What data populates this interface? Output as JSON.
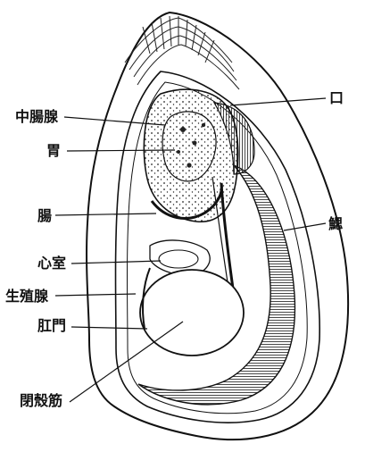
{
  "figure": {
    "description_free": true,
    "labels": {
      "midgut_gland": "中腸腺",
      "stomach": "胃",
      "intestine": "腸",
      "heart_ventricle": "心室",
      "gonad": "生殖腺",
      "anus": "肛門",
      "adductor_muscle": "閉殼筋",
      "mouth": "口",
      "gill": "鰓"
    },
    "colors": {
      "ink": "#111111",
      "paper": "#ffffff",
      "hatch": "#333333"
    }
  }
}
